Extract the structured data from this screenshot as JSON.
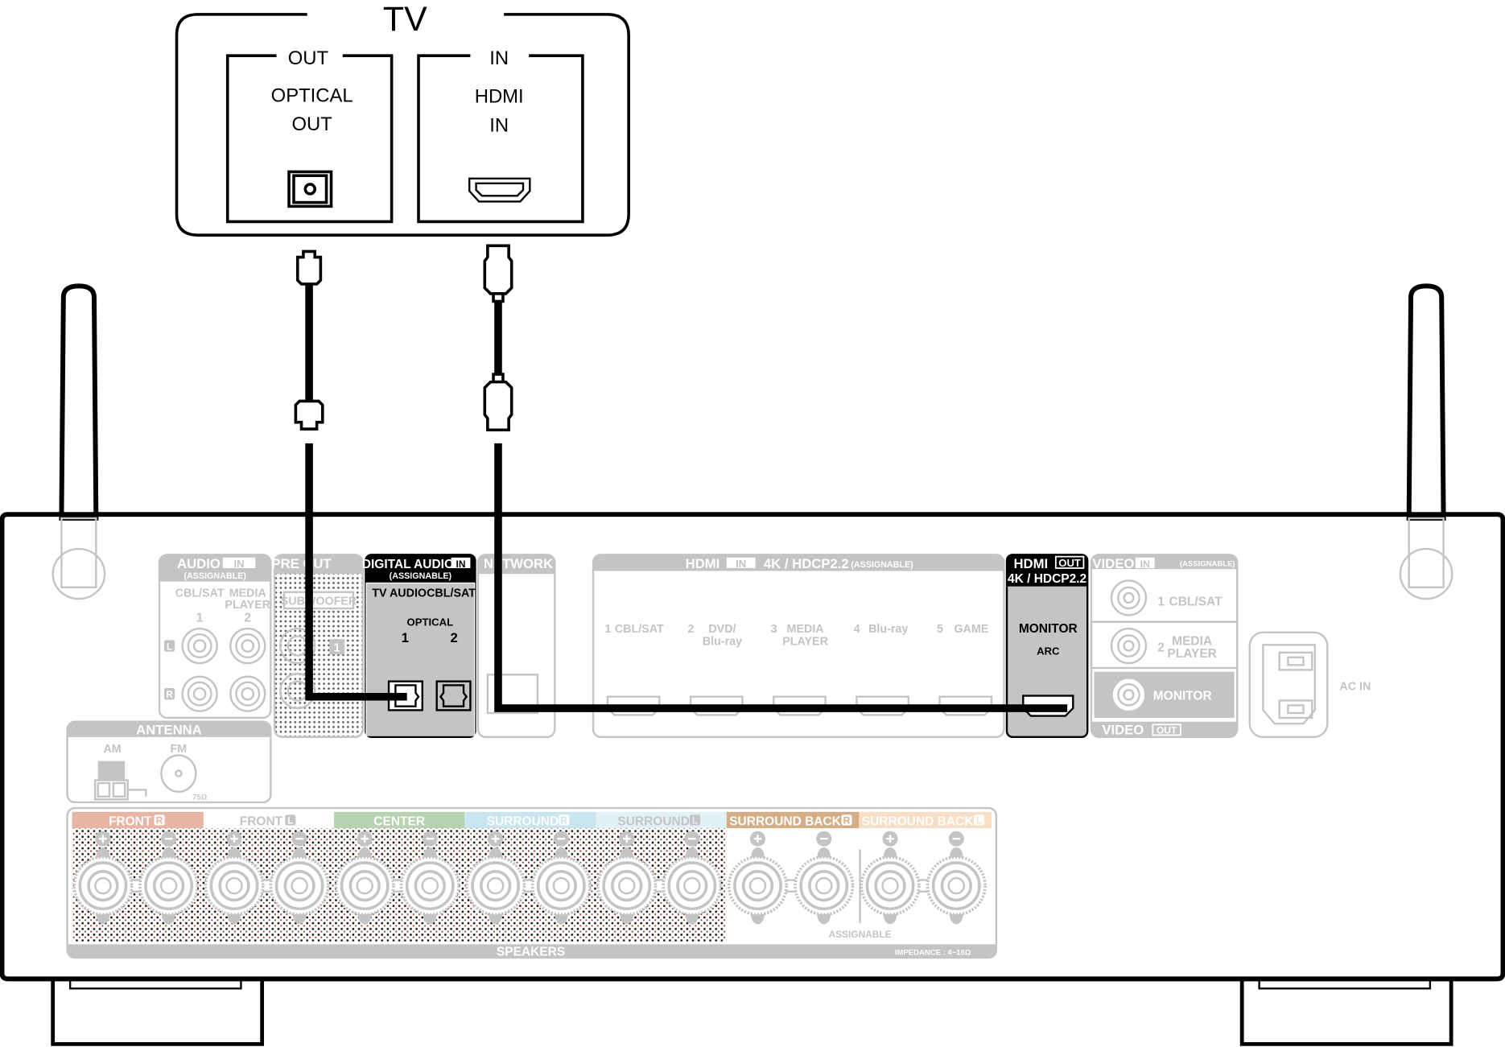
{
  "tv": {
    "title": "TV",
    "out_group": "OUT",
    "optical_line1": "OPTICAL",
    "optical_line2": "OUT",
    "in_group": "IN",
    "hdmi_line1": "HDMI",
    "hdmi_line2": "IN"
  },
  "receiver": {
    "audio_in": {
      "title": "AUDIO",
      "tag": "IN",
      "sub": "(ASSIGNABLE)",
      "col1": "CBL/SAT",
      "col2a": "MEDIA",
      "col2b": "PLAYER",
      "n1": "1",
      "n2": "2",
      "left": "L",
      "right": "R"
    },
    "pre_out": {
      "title": "PRE OUT",
      "sub": "SUBWOOFER",
      "n": "1"
    },
    "digital_audio": {
      "title": "DIGITAL AUDIO",
      "tag": "IN",
      "sub": "(ASSIGNABLE)",
      "col1": "TV AUDIO",
      "col2": "CBL/SAT",
      "type": "OPTICAL",
      "n1": "1",
      "n2": "2"
    },
    "network": {
      "title": "NETWORK"
    },
    "hdmi_in": {
      "title": "HDMI",
      "tag": "IN",
      "spec": "4K / HDCP2.2",
      "sub": "(ASSIGNABLE)",
      "inputs": [
        {
          "num": "1",
          "line1": "CBL/SAT",
          "line2": ""
        },
        {
          "num": "2",
          "line1": "DVD/",
          "line2": "Blu-ray"
        },
        {
          "num": "3",
          "line1": "MEDIA",
          "line2": "PLAYER"
        },
        {
          "num": "4",
          "line1": "Blu-ray",
          "line2": ""
        },
        {
          "num": "5",
          "line1": "GAME",
          "line2": ""
        }
      ]
    },
    "hdmi_out": {
      "title": "HDMI",
      "tag": "OUT",
      "spec": "4K / HDCP2.2",
      "monitor": "MONITOR",
      "arc": "ARC"
    },
    "video": {
      "title": "VIDEO",
      "tag": "IN",
      "sub": "(ASSIGNABLE)",
      "in1_num": "1",
      "in1": "CBL/SAT",
      "in2_num": "2",
      "in2a": "MEDIA",
      "in2b": "PLAYER",
      "monitor": "MONITOR",
      "out_title": "VIDEO",
      "out_tag": "OUT"
    },
    "ac_in": "AC IN",
    "antenna": {
      "title": "ANTENNA",
      "am": "AM",
      "fm": "FM",
      "ohm": "75Ω"
    },
    "speakers": {
      "title": "SPEAKERS",
      "assignable": "ASSIGNABLE",
      "impedance": "IMPEDANCE : 4~16Ω",
      "channels": [
        {
          "label": "FRONT",
          "side": "R",
          "color": "#e8b4a4",
          "text_color": "#ffffff",
          "dotted": true
        },
        {
          "label": "FRONT",
          "side": "L",
          "color": "#ffffff",
          "text_color": "#c4c4c4",
          "dotted": true
        },
        {
          "label": "CENTER",
          "side": "",
          "color": "#b7d2b1",
          "text_color": "#ffffff",
          "dotted": true
        },
        {
          "label": "SURROUND",
          "side": "R",
          "color": "#c9e6f0",
          "text_color": "#ffffff",
          "dotted": true
        },
        {
          "label": "SURROUND",
          "side": "L",
          "color": "#e2f1f5",
          "text_color": "#c4c4c4",
          "dotted": true
        },
        {
          "label": "SURROUND BACK",
          "side": "R",
          "color": "#d5ae86",
          "text_color": "#ffffff",
          "dotted": false
        },
        {
          "label": "SURROUND BACK",
          "side": "L",
          "color": "#f6dfc4",
          "text_color": "#ffffff",
          "dotted": false
        }
      ]
    }
  },
  "colors": {
    "line": "#000000",
    "inactive": "#c4c4c4",
    "active_panel": "#c4c4c4"
  }
}
